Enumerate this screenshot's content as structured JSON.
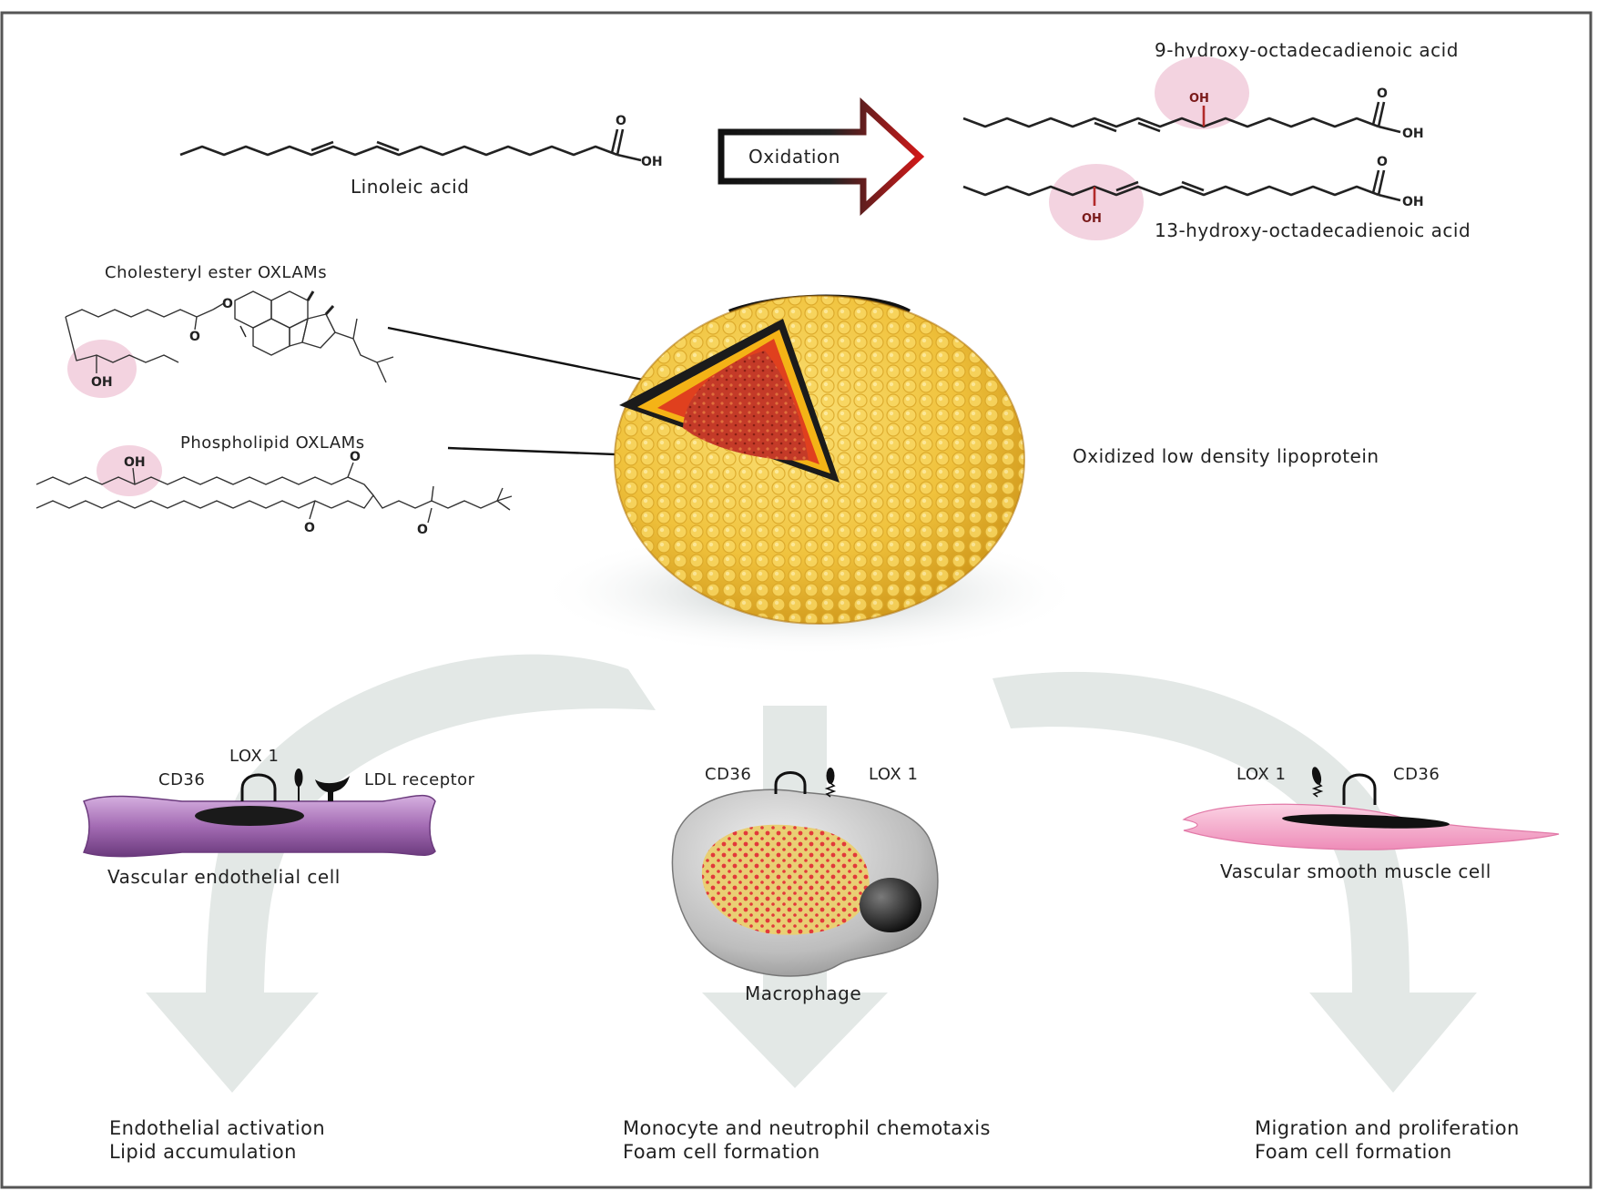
{
  "labels": {
    "linoleic": "Linoleic acid",
    "oxidation": "Oxidation",
    "hode9": "9-hydroxy-octadecadienoic acid",
    "hode13": "13-hydroxy-octadecadienoic acid",
    "cholesteryl": "Cholesteryl ester OXLAMs",
    "phospholipid": "Phospholipid OXLAMs",
    "oxldl": "Oxidized low density lipoprotein",
    "oh": "OH",
    "oh_small": "OH"
  },
  "cells": {
    "endothelial": {
      "name": "Vascular endothelial cell",
      "lox": "LOX 1",
      "cd36": "CD36",
      "ldlr": "LDL receptor"
    },
    "macrophage": {
      "name": "Macrophage",
      "cd36": "CD36",
      "lox": "LOX 1"
    },
    "smooth": {
      "name": "Vascular smooth muscle cell",
      "lox": "LOX 1",
      "cd36": "CD36"
    }
  },
  "outcomes": {
    "left": [
      "Endothelial activation",
      "Lipid accumulation"
    ],
    "middle": [
      "Monocyte and neutrophil chemotaxis",
      "Foam cell formation"
    ],
    "right": [
      "Migration and proliferation",
      "Foam cell formation"
    ]
  },
  "colors": {
    "highlight": "#f3d3e0",
    "arrow_red": "#cc1b1b",
    "ldl_yellow": "#f2c640",
    "flow_arrow": "#e2e8e6",
    "endothelial": "#a46cb4",
    "smooth_muscle": "#f3a6c8",
    "macrophage": "#bdbdbd"
  }
}
